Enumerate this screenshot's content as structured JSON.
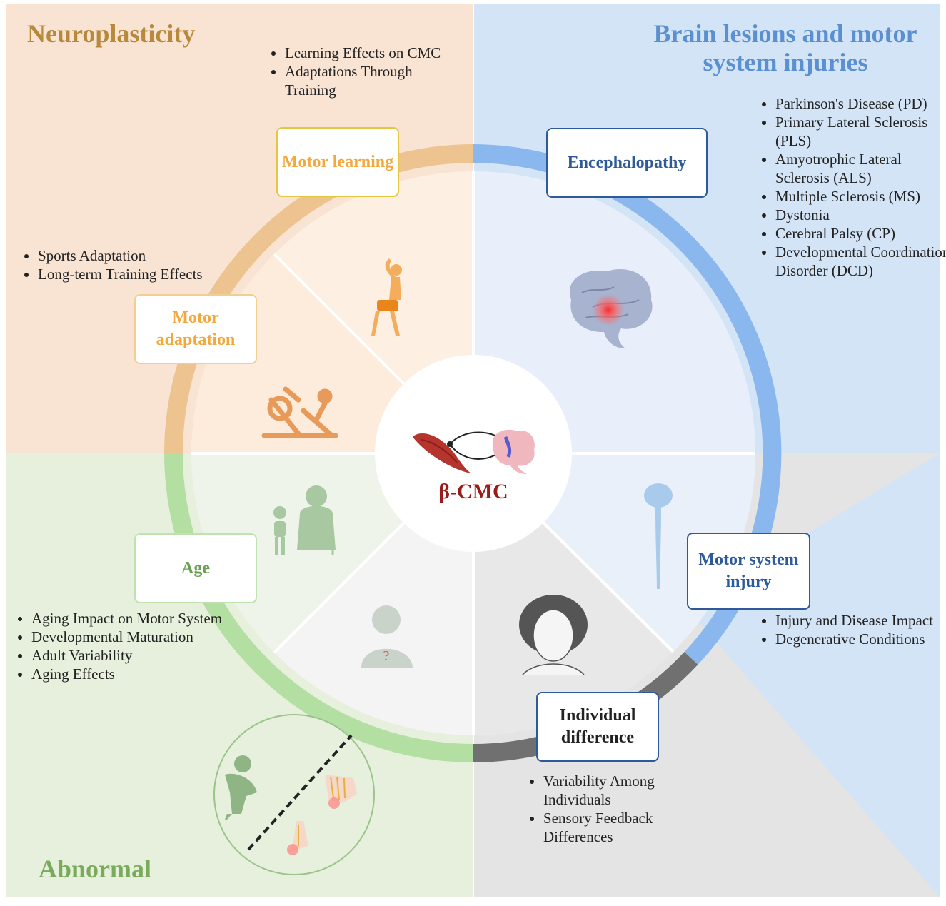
{
  "center": {
    "label": "β-CMC"
  },
  "quadrants": {
    "neuroplasticity": {
      "title": "Neuroplasticity",
      "color": "#b7893a",
      "background": "#f9e3d3",
      "categories": [
        {
          "label": "Motor learning",
          "bullets": [
            "Learning Effects on CMC",
            "Adaptations Through Training"
          ]
        },
        {
          "label": "Motor adaptation",
          "bullets": [
            "Sports Adaptation",
            "Long-term Training Effects"
          ]
        }
      ]
    },
    "brain_lesions": {
      "title": "Brain lesions and motor system injuries",
      "color": "#5a8fd0",
      "background": "#d3e4f6",
      "categories": [
        {
          "label": "Encephalopathy",
          "bullets": [
            "Parkinson's Disease (PD)",
            "Primary Lateral Sclerosis (PLS)",
            "Amyotrophic Lateral Sclerosis (ALS)",
            "Multiple Sclerosis (MS)",
            "Dystonia",
            "Cerebral Palsy (CP)",
            "Developmental Coordination Disorder (DCD)"
          ]
        },
        {
          "label": "Motor system injury",
          "bullets": [
            "Injury and Disease Impact",
            "Degenerative Conditions"
          ]
        }
      ]
    },
    "abnormal": {
      "title": "Abnormal",
      "color": "#7aaa5c",
      "background": "#e6f0dc",
      "categories": [
        {
          "label": "Age",
          "bullets": [
            "Aging Impact on Motor System",
            "Developmental Maturation",
            "Adult Variability",
            "Aging Effects"
          ]
        }
      ]
    },
    "individual": {
      "background": "#e4e4e4",
      "categories": [
        {
          "label": "Individual difference",
          "bullets": [
            "Variability Among Individuals",
            "Sensory Feedback Differences"
          ]
        }
      ]
    }
  },
  "icons": [
    "stretching-person-icon",
    "leg-press-machine-icon",
    "brain-lesion-icon",
    "brain-spinal-cord-icon",
    "woman-face-icon",
    "unknown-person-icon",
    "child-and-elder-icon",
    "stooped-elder-and-hands-icon",
    "muscle-icon",
    "small-brain-icon"
  ]
}
